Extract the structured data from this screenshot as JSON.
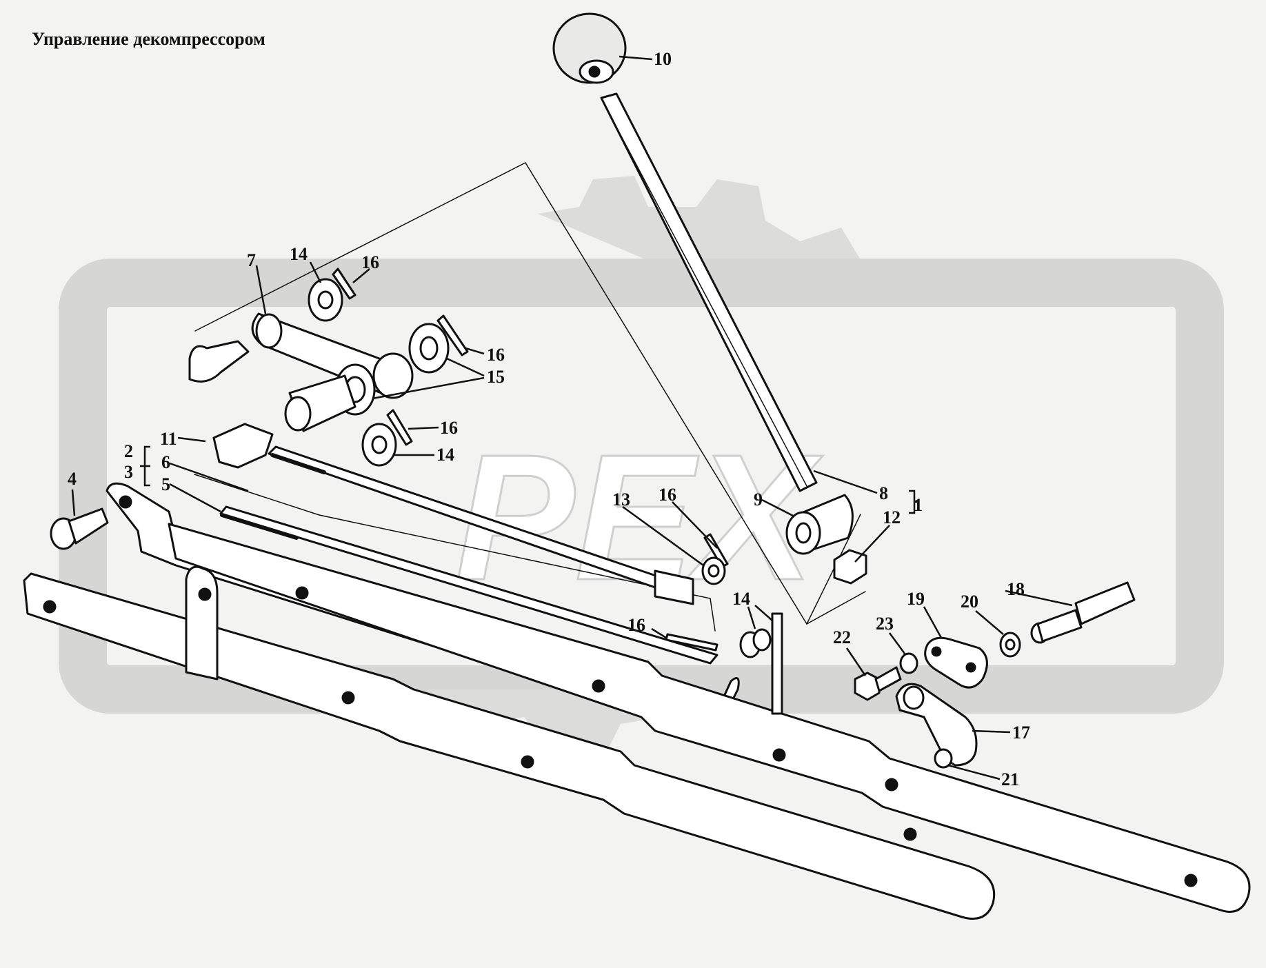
{
  "diagram": {
    "title": "Управление декомпрессором",
    "watermark": {
      "text": "PEX",
      "color": "#d9d9d7"
    },
    "line_color": "#111111",
    "callouts": [
      {
        "id": "c1",
        "label": "1"
      },
      {
        "id": "c2",
        "label": "2"
      },
      {
        "id": "c3",
        "label": "3"
      },
      {
        "id": "c4",
        "label": "4"
      },
      {
        "id": "c5",
        "label": "5"
      },
      {
        "id": "c6",
        "label": "6"
      },
      {
        "id": "c7",
        "label": "7"
      },
      {
        "id": "c8",
        "label": "8"
      },
      {
        "id": "c9",
        "label": "9"
      },
      {
        "id": "c10",
        "label": "10"
      },
      {
        "id": "c11",
        "label": "11"
      },
      {
        "id": "c12",
        "label": "12"
      },
      {
        "id": "c13",
        "label": "13"
      },
      {
        "id": "c14a",
        "label": "14"
      },
      {
        "id": "c14b",
        "label": "14"
      },
      {
        "id": "c14c",
        "label": "14"
      },
      {
        "id": "c15",
        "label": "15"
      },
      {
        "id": "c16a",
        "label": "16"
      },
      {
        "id": "c16b",
        "label": "16"
      },
      {
        "id": "c16c",
        "label": "16"
      },
      {
        "id": "c16d",
        "label": "16"
      },
      {
        "id": "c16e",
        "label": "16"
      },
      {
        "id": "c17",
        "label": "17"
      },
      {
        "id": "c18",
        "label": "18"
      },
      {
        "id": "c19",
        "label": "19"
      },
      {
        "id": "c20",
        "label": "20"
      },
      {
        "id": "c21",
        "label": "21"
      },
      {
        "id": "c22",
        "label": "22"
      },
      {
        "id": "c23",
        "label": "23"
      }
    ]
  }
}
